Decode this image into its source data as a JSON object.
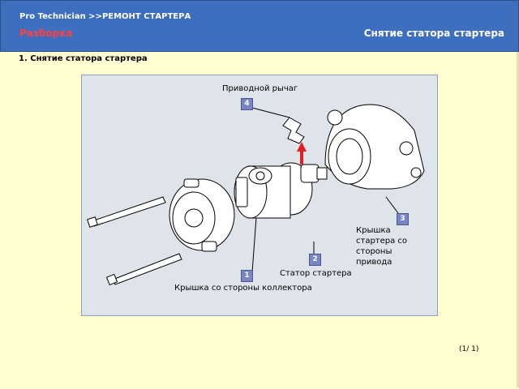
{
  "header": {
    "breadcrumb": "Pro  Technician >>РЕМОНТ СТАРТЕРА",
    "section": "Разборка",
    "subtitle": "Снятие статора стартера",
    "colors": {
      "bar": "#3e6fbf",
      "section": "#ff4040"
    }
  },
  "step": {
    "title": "1. Снятие статора стартера"
  },
  "figure": {
    "labels": {
      "drive_lever": "Приводной рычаг",
      "drive_end_cover": "Крышка\nстартера со\nстороны\nпривода",
      "stator": "Статор стартера",
      "commutator_cover": "Крышка со стороны коллектора"
    },
    "badges": [
      "1",
      "2",
      "3",
      "4"
    ]
  },
  "pager": {
    "text": "(1/ 1)"
  }
}
